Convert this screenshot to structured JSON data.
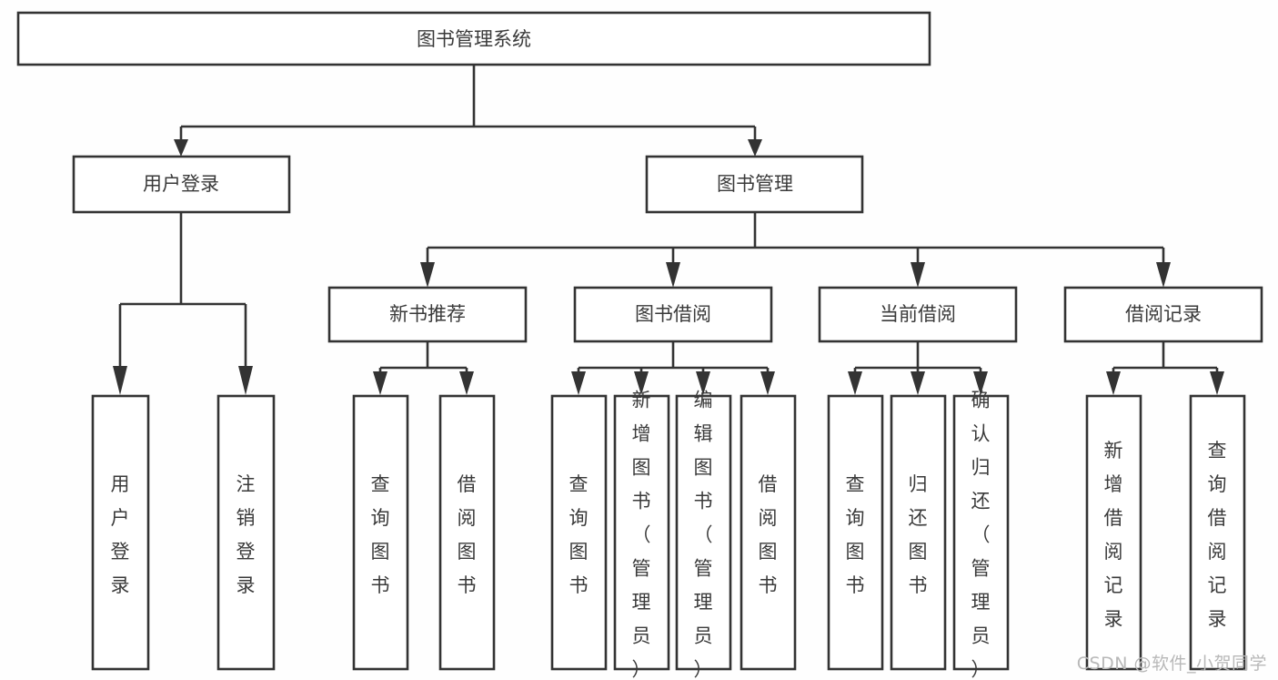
{
  "diagram": {
    "title_node": {
      "id": "root",
      "label": "图书管理系统"
    },
    "level2": [
      {
        "id": "user-login",
        "label": "用户登录"
      },
      {
        "id": "book-manage",
        "label": "图书管理"
      }
    ],
    "level3": [
      {
        "id": "new-book-rec",
        "label": "新书推荐"
      },
      {
        "id": "book-borrow",
        "label": "图书借阅"
      },
      {
        "id": "current-borrow",
        "label": "当前借阅"
      },
      {
        "id": "borrow-record",
        "label": "借阅记录"
      }
    ],
    "leaves": [
      {
        "id": "leaf-user-login",
        "label": "用户登录",
        "parent": "user-login"
      },
      {
        "id": "leaf-logout",
        "label": "注销登录",
        "parent": "user-login"
      },
      {
        "id": "leaf-query-book-1",
        "label": "查询图书",
        "parent": "new-book-rec"
      },
      {
        "id": "leaf-borrow-book-1",
        "label": "借阅图书",
        "parent": "new-book-rec"
      },
      {
        "id": "leaf-query-book-2",
        "label": "查询图书",
        "parent": "book-borrow"
      },
      {
        "id": "leaf-add-book",
        "label": "新增图书（管理员）",
        "parent": "book-borrow"
      },
      {
        "id": "leaf-edit-book",
        "label": "编辑图书（管理员）",
        "parent": "book-borrow"
      },
      {
        "id": "leaf-borrow-book-2",
        "label": "借阅图书",
        "parent": "book-borrow"
      },
      {
        "id": "leaf-query-book-3",
        "label": "查询图书",
        "parent": "current-borrow"
      },
      {
        "id": "leaf-return-book",
        "label": "归还图书",
        "parent": "current-borrow"
      },
      {
        "id": "leaf-confirm-return",
        "label": "确认归还（管理员）",
        "parent": "current-borrow"
      },
      {
        "id": "leaf-add-record",
        "label": "新增借阅记录",
        "parent": "borrow-record"
      },
      {
        "id": "leaf-query-record",
        "label": "查询借阅记录",
        "parent": "borrow-record"
      }
    ]
  },
  "watermark": {
    "text": "CSDN @软件_小贺同学"
  },
  "colors": {
    "stroke": "#333333",
    "box_fill": "#ffffff",
    "text": "#3a3a3a",
    "background": "#fefefe",
    "watermark": "#b8b8b8"
  }
}
